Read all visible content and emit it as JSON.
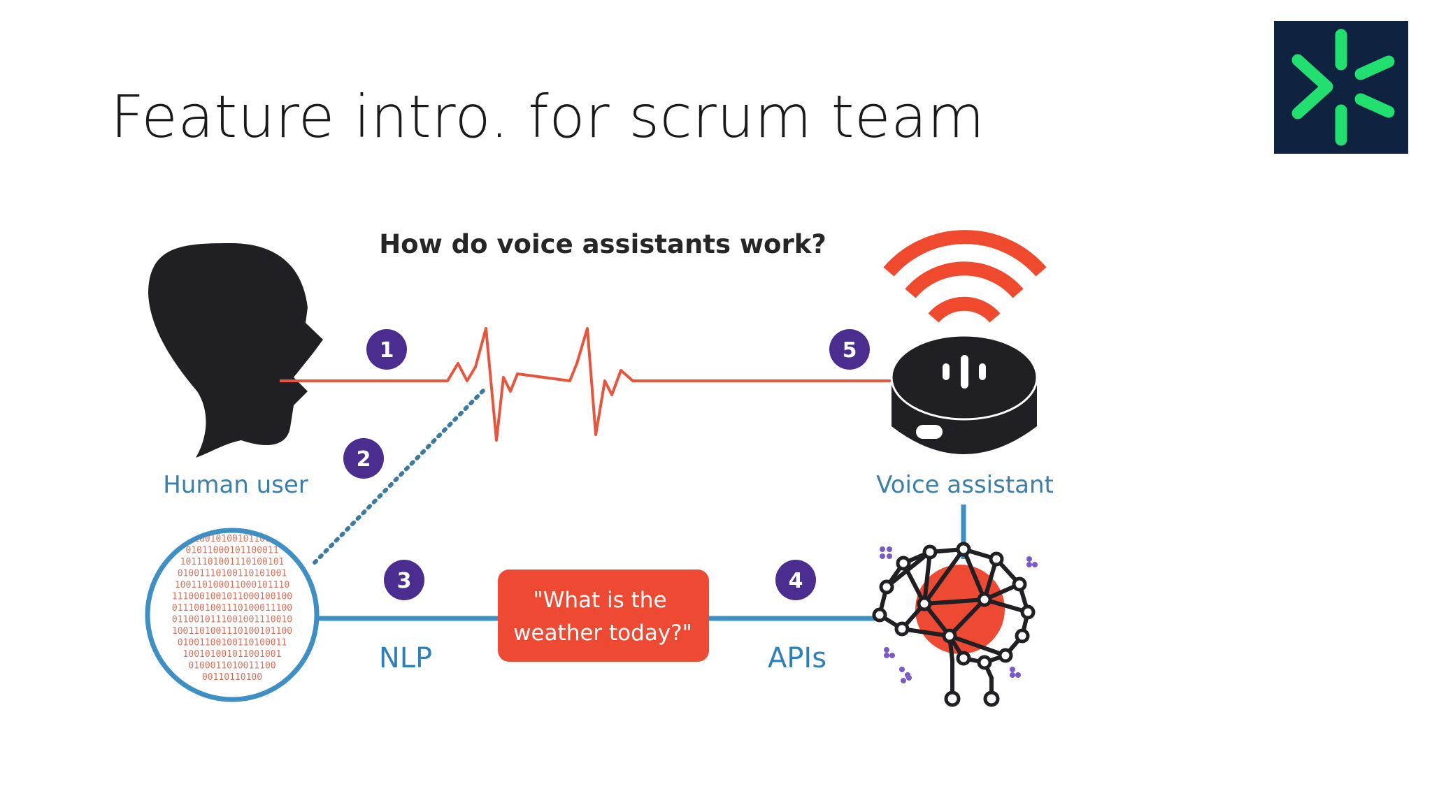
{
  "slide": {
    "title": "Feature intro. for scrum team"
  },
  "logo": {
    "icon": "spark-logo-icon",
    "background": "#0f2340",
    "color": "#22e06f"
  },
  "diagram": {
    "heading": "How do voice assistants work?",
    "steps": [
      "1",
      "2",
      "3",
      "4",
      "5"
    ],
    "human_label": "Human user",
    "assistant_label": "Voice assistant",
    "nlp_label": "NLP",
    "apis_label": "APIs",
    "query_line1": "\"What is the",
    "query_line2": "weather today?\"",
    "binary_rows": [
      "10010100101100",
      "01011000101100011",
      "1011101001110100101",
      "01001110100110101001",
      "100110100011000101110",
      "1110001001011000100100",
      "0111001001110100011100",
      "0110010111001001110010",
      "1001101001110100101100",
      "01001100100110100011",
      "100101001011001001",
      "0100011010011100",
      "00110110100"
    ],
    "colors": {
      "wave": "#e8543c",
      "step_badge": "#4b2d8f",
      "pipeline": "#3d8fc4",
      "label_text": "#3b7fa8",
      "query_box": "#ee4a33",
      "silhouette": "#1f1f24",
      "wifi": "#f04a2e"
    }
  }
}
